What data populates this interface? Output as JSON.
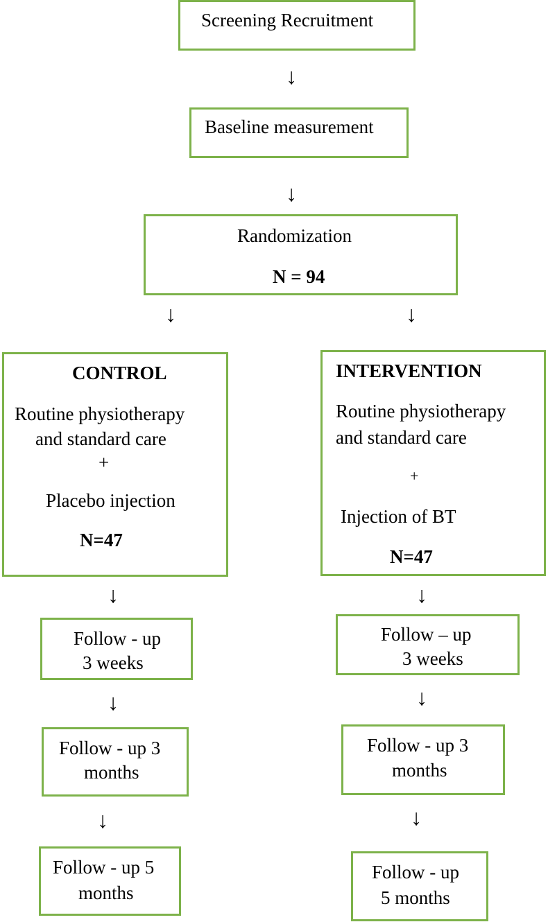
{
  "screening": "Screening Recruitment",
  "baseline": "Baseline measurement",
  "randomization": {
    "label": "Randomization",
    "n": "N = 94"
  },
  "arrow_glyph": "↓",
  "control": {
    "title": "CONTROL",
    "line1": "Routine physiotherapy",
    "line2": "and standard care",
    "plus": "+",
    "line3": "Placebo injection",
    "n": "N=47",
    "fu1": {
      "line1": "Follow - up",
      "line2": "3 weeks"
    },
    "fu2": {
      "line1": "Follow - up 3",
      "line2": "months"
    },
    "fu3": {
      "line1": "Follow - up 5",
      "line2": "months"
    }
  },
  "intervention": {
    "title": "INTERVENTION",
    "line1": "Routine physiotherapy",
    "line2": "and standard care",
    "plus": "+",
    "line3": "Injection of BT",
    "n": "N=47",
    "fu1": {
      "line1": "Follow – up",
      "line2": "3 weeks"
    },
    "fu2": {
      "line1": "Follow - up 3",
      "line2": "months"
    },
    "fu3": {
      "line1": "Follow - up",
      "line2": "5 months"
    }
  },
  "colors": {
    "box_border": "#7db24a"
  }
}
